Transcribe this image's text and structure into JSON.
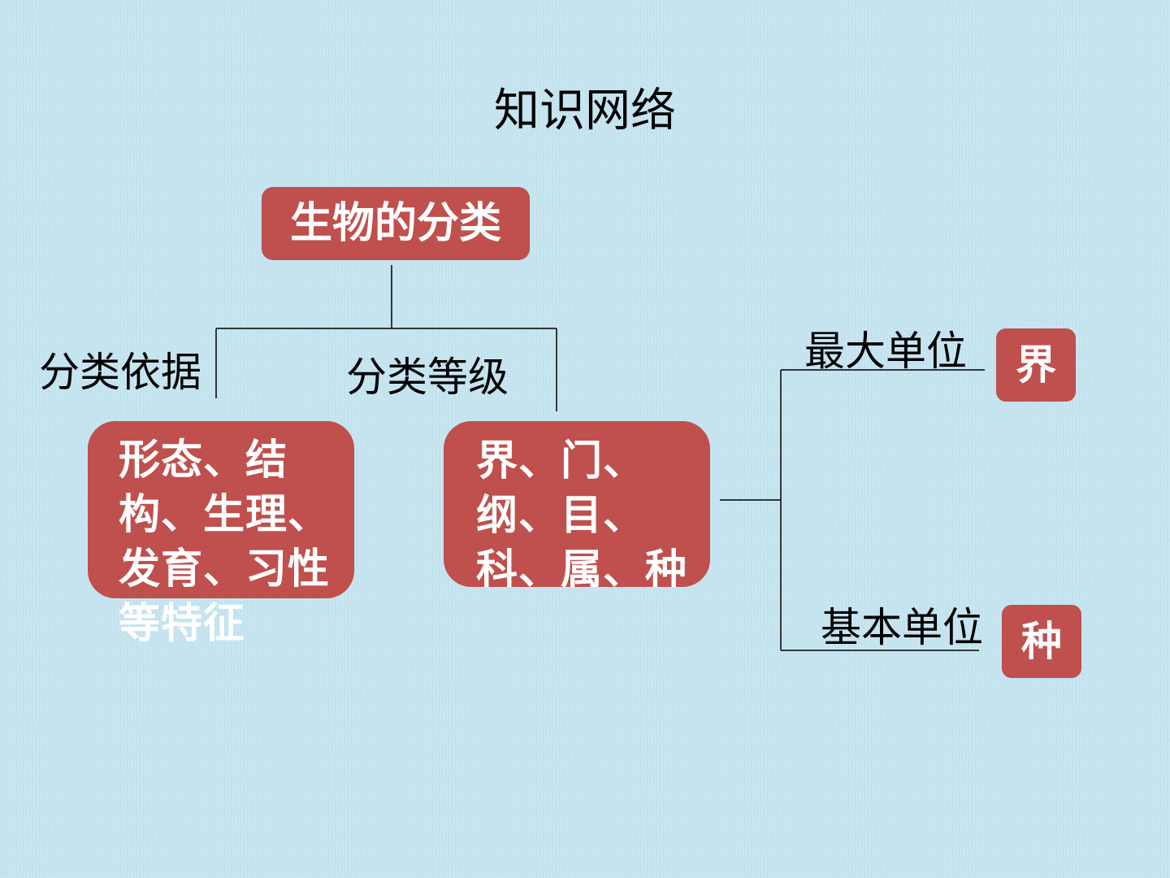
{
  "title": "知识网络",
  "root": {
    "label": "生物的分类"
  },
  "branches": {
    "basis": {
      "label": "分类依据",
      "content": "形态、结构、生理、发育、习性等特征"
    },
    "levels": {
      "label": "分类等级",
      "content": "界、门、纲、目、科、属、种等"
    }
  },
  "units": {
    "largest": {
      "label": "最大单位",
      "value": "界"
    },
    "basic": {
      "label": "基本单位",
      "value": "种"
    }
  },
  "colors": {
    "box_fill": "#c0504d",
    "box_text": "#ffffff",
    "background": "#c4e4f0",
    "line": "#000000"
  }
}
